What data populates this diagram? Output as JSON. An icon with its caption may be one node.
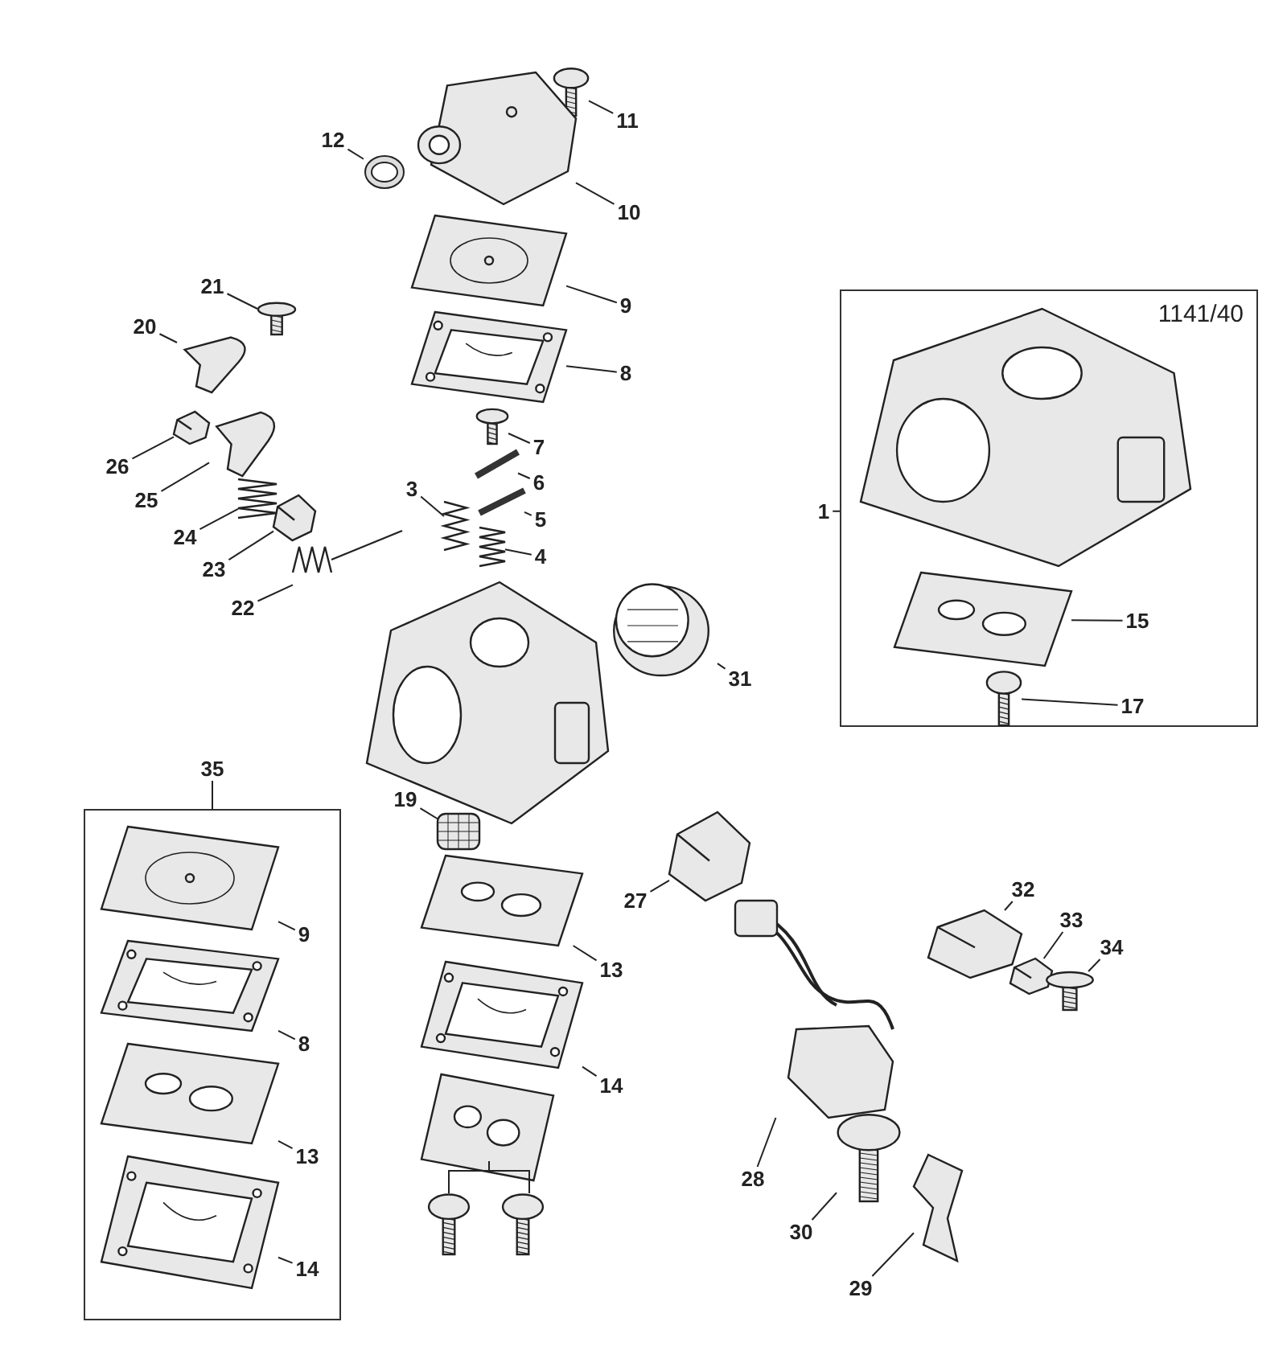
{
  "diagram": {
    "nodes": [
      {
        "text": [
          "11"
        ]
      },
      {
        "text": [],
        "shape": "picture"
      },
      {
        "text": [
          "12"
        ]
      },
      {
        "text": [],
        "shape": "picture"
      },
      {
        "text": [
          "10"
        ]
      },
      {
        "text": [],
        "shape": "picture"
      },
      {
        "text": [
          "9"
        ]
      },
      {
        "text": [],
        "shape": "picture"
      },
      {
        "text": [
          "8"
        ]
      },
      {
        "text": [],
        "shape": "picture"
      },
      {
        "text": [
          "21"
        ]
      },
      {
        "text": [],
        "shape": "picture"
      },
      {
        "text": [
          "20"
        ]
      },
      {
        "text": [],
        "shape": "picture"
      },
      {
        "text": [
          "26"
        ]
      },
      {
        "text": [],
        "shape": "picture"
      },
      {
        "text": [
          "25"
        ]
      },
      {
        "text": [],
        "shape": "picture"
      },
      {
        "text": [
          "7"
        ]
      },
      {
        "text": [],
        "shape": "picture"
      },
      {
        "text": [
          "6"
        ]
      },
      {
        "text": [],
        "shape": "picture"
      },
      {
        "text": [
          "3"
        ]
      },
      {
        "text": [],
        "shape": "picture"
      },
      {
        "text": [
          "5"
        ]
      },
      {
        "text": [],
        "shape": "picture"
      },
      {
        "text": [
          "4"
        ]
      },
      {
        "text": [],
        "shape": "picture"
      },
      {
        "text": [
          "24"
        ]
      },
      {
        "text": [],
        "shape": "picture"
      },
      {
        "text": [
          "23"
        ]
      },
      {
        "text": [],
        "shape": "picture"
      },
      {
        "text": [
          "22"
        ]
      },
      {
        "text": [],
        "shape": "picture"
      },
      {
        "text": [
          "31"
        ]
      },
      {
        "text": [],
        "shape": "picture"
      },
      {
        "text": [
          "19"
        ]
      },
      {
        "text": [],
        "shape": "picture"
      },
      {
        "text": [
          "1141/40"
        ]
      },
      {
        "text": [
          "1"
        ]
      },
      {
        "text": [
          "15"
        ],
        "in": 38
      },
      {
        "text": [],
        "shape": "picture",
        "in": 38
      },
      {
        "text": [
          "17"
        ],
        "in": 38
      },
      {
        "text": [],
        "shape": "picture",
        "in": 38
      },
      {
        "text": [],
        "shape": "box"
      },
      {
        "text": [
          "35"
        ]
      },
      {
        "text": [
          "9"
        ],
        "in": 44
      },
      {
        "text": [],
        "shape": "picture",
        "in": 44
      },
      {
        "text": [
          "8"
        ],
        "in": 44
      },
      {
        "text": [],
        "shape": "picture",
        "in": 44
      },
      {
        "text": [
          "13"
        ],
        "in": 44
      },
      {
        "text": [],
        "shape": "picture",
        "in": 44
      },
      {
        "text": [
          "14"
        ],
        "in": 44
      },
      {
        "text": [],
        "shape": "picture",
        "in": 44
      },
      {
        "text": [
          "27"
        ]
      },
      {
        "text": [],
        "shape": "picture"
      },
      {
        "text": [
          "13"
        ]
      },
      {
        "text": [],
        "shape": "picture"
      },
      {
        "text": [
          "14"
        ]
      },
      {
        "text": [],
        "shape": "picture"
      },
      {
        "text": [
          "32"
        ]
      },
      {
        "text": [],
        "shape": "picture"
      },
      {
        "text": [
          "33"
        ]
      },
      {
        "text": [],
        "shape": "picture"
      },
      {
        "text": [
          "34"
        ]
      },
      {
        "text": [],
        "shape": "picture"
      },
      {
        "text": [
          "28"
        ]
      },
      {
        "text": [],
        "shape": "picture"
      },
      {
        "text": [
          "30"
        ]
      },
      {
        "text": [],
        "shape": "picture"
      },
      {
        "text": [
          "29"
        ]
      },
      {
        "text": [],
        "shape": "picture"
      }
    ],
    "edges": [
      {
        "from": 0,
        "to": 1,
        "arrow": "none"
      },
      {
        "from": 2,
        "to": 3,
        "arrow": "none"
      },
      {
        "from": 4,
        "to": 5,
        "arrow": "none"
      },
      {
        "from": 6,
        "to": 7,
        "arrow": "none"
      },
      {
        "from": 8,
        "to": 9,
        "arrow": "none"
      },
      {
        "from": 10,
        "to": 11,
        "arrow": "none"
      },
      {
        "from": 12,
        "to": 13,
        "arrow": "none"
      },
      {
        "from": 14,
        "to": 15,
        "arrow": "none"
      },
      {
        "from": 16,
        "to": 17,
        "arrow": "none"
      },
      {
        "from": 18,
        "to": 19,
        "arrow": "none"
      },
      {
        "from": 20,
        "to": 21,
        "arrow": "none"
      },
      {
        "from": 22,
        "to": 23,
        "arrow": "none"
      },
      {
        "from": 24,
        "to": 25,
        "arrow": "none"
      },
      {
        "from": 26,
        "to": 27,
        "arrow": "none"
      },
      {
        "from": 28,
        "to": 29,
        "arrow": "none"
      },
      {
        "from": 30,
        "to": 31,
        "arrow": "none"
      },
      {
        "from": 32,
        "to": 33,
        "arrow": "none"
      },
      {
        "from": 34,
        "to": 35,
        "arrow": "none"
      },
      {
        "from": 36,
        "to": 37,
        "arrow": "none"
      },
      {
        "from": 39,
        "to": 38,
        "arrow": "none"
      },
      {
        "from": 40,
        "to": 41,
        "arrow": "none"
      },
      {
        "from": 42,
        "to": 43,
        "arrow": "none"
      },
      {
        "from": 45,
        "to": 44,
        "arrow": "none"
      },
      {
        "from": 46,
        "to": 47,
        "arrow": "none"
      },
      {
        "from": 48,
        "to": 49,
        "arrow": "none"
      },
      {
        "from": 50,
        "to": 51,
        "arrow": "none"
      },
      {
        "from": 52,
        "to": 53,
        "arrow": "none"
      },
      {
        "from": 54,
        "to": 55,
        "arrow": "none"
      },
      {
        "from": 56,
        "to": 57,
        "arrow": "none"
      },
      {
        "from": 58,
        "to": 59,
        "arrow": "none"
      },
      {
        "from": 60,
        "to": 61,
        "arrow": "none"
      },
      {
        "from": 62,
        "to": 63,
        "arrow": "none"
      },
      {
        "from": 64,
        "to": 65,
        "arrow": "none"
      },
      {
        "from": 66,
        "to": 67,
        "arrow": "none"
      },
      {
        "from": 68,
        "to": 69,
        "arrow": "none"
      },
      {
        "from": 70,
        "to": 71,
        "arrow": "none"
      }
    ]
  }
}
